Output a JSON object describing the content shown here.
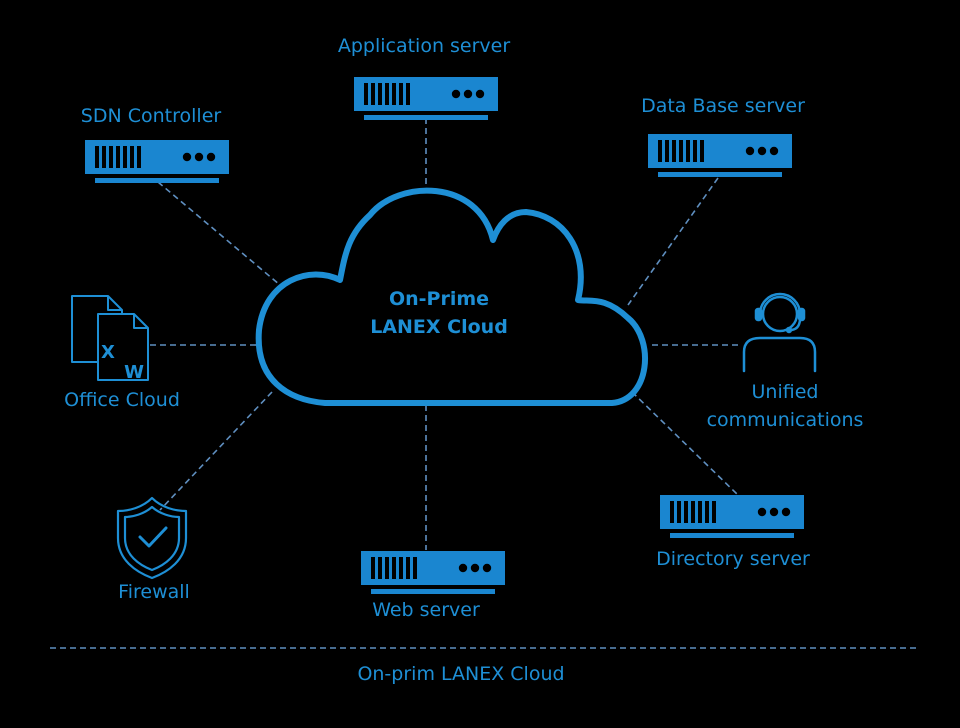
{
  "colors": {
    "background": "#000000",
    "accent": "#1e8fd5",
    "device_fill": "#1a86d0"
  },
  "cloud": {
    "line1": "On-Prime",
    "line2": "LANEX Cloud"
  },
  "nodes": {
    "application_server": {
      "label": "Application server",
      "icon": "server-icon"
    },
    "sdn_controller": {
      "label": "SDN Controller",
      "icon": "server-icon"
    },
    "database_server": {
      "label": "Data Base server",
      "icon": "server-icon"
    },
    "office_cloud": {
      "label": "Office Cloud",
      "icon": "office-documents-icon",
      "doc_letters": [
        "X",
        "W"
      ]
    },
    "unified_comms": {
      "label_line1": "Unified",
      "label_line2": "communications",
      "icon": "headset-user-icon"
    },
    "firewall": {
      "label": "Firewall",
      "icon": "shield-check-icon"
    },
    "web_server": {
      "label": "Web server",
      "icon": "server-icon"
    },
    "directory_server": {
      "label": "Directory  server",
      "icon": "server-icon"
    }
  },
  "footer": {
    "label": "On-prim LANEX Cloud"
  }
}
